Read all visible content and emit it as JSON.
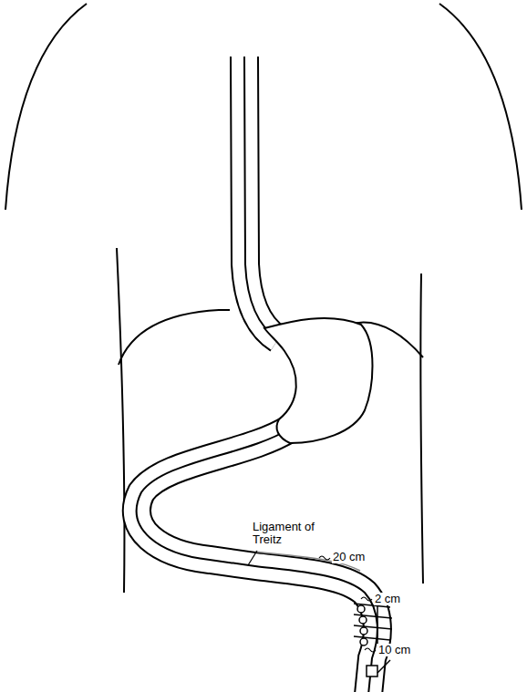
{
  "diagram": {
    "labels": [
      "Ligament of Treitz",
      "20 cm",
      "2 cm",
      "10 cm"
    ]
  }
}
